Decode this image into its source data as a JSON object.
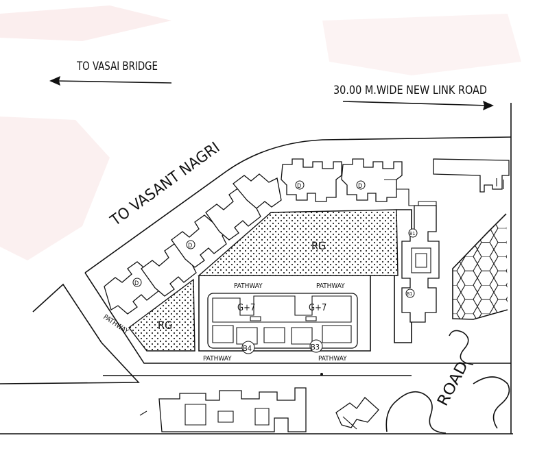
{
  "labels": {
    "to_vasai_bridge": "TO VASAI BRIDGE",
    "link_road": "30.00 M.WIDE NEW LINK ROAD",
    "to_vasant_nagri": "TO VASANT NAGRI",
    "road": "ROAD",
    "pathway": "PATHWAY",
    "rg": "RG",
    "d": "D",
    "b1": "B1",
    "g7": "G+7",
    "b3": "B3",
    "b4": "B4"
  },
  "colors": {
    "ink": "#111111",
    "paper": "#ffffff",
    "stain": "#f9e9e9"
  }
}
